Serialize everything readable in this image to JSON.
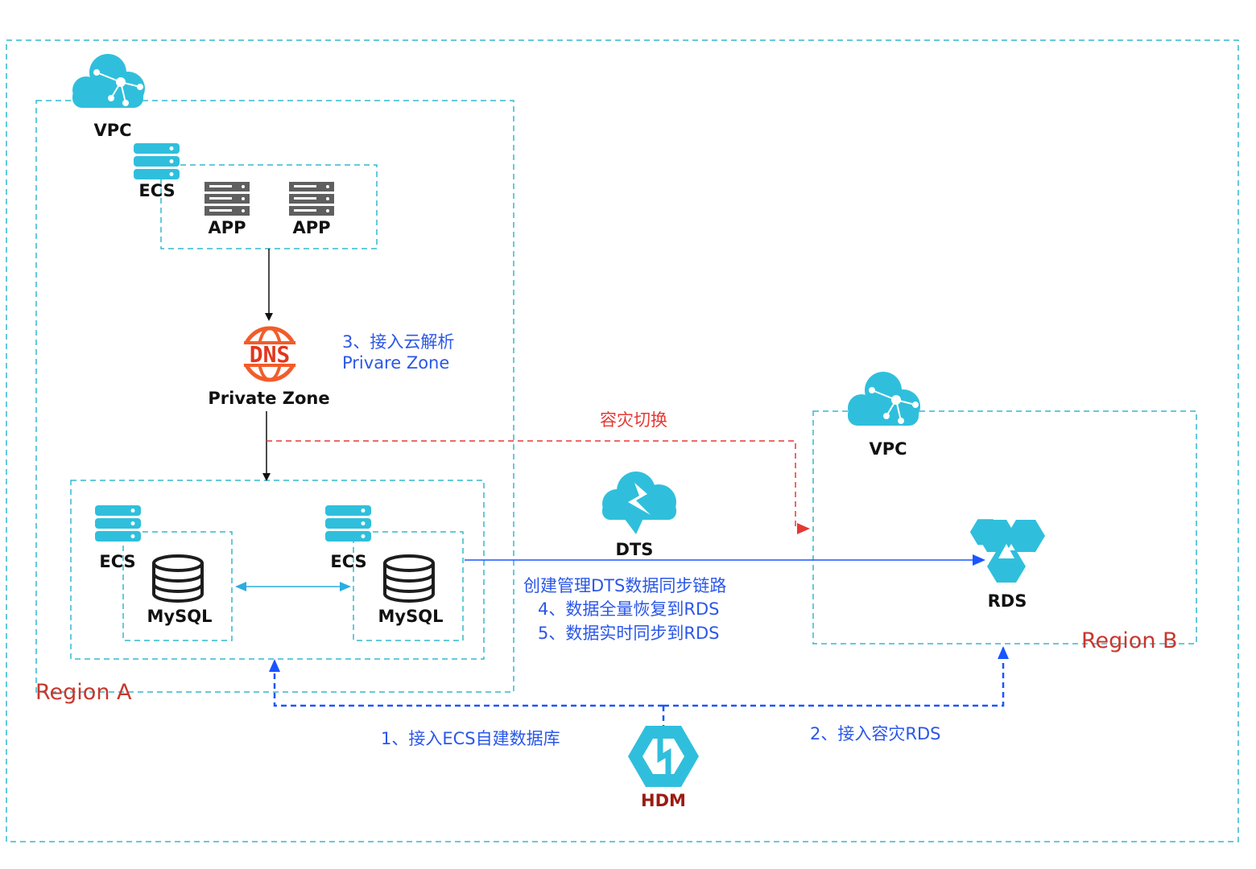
{
  "colors": {
    "dash_border": "#34b9cf",
    "icon_cyan": "#2fbfdc",
    "app_gray": "#5f5f5f",
    "dns_orange": "#f25c2a",
    "dns_red": "#e2361e",
    "arrow_blue": "#1a56ff",
    "arrow_red": "#e53935",
    "text_blue": "#2b57e8",
    "text_region_red": "#c8372d",
    "text_hdm": "#9c1b13",
    "sync_teal": "#2aaee0"
  },
  "region_a": {
    "region_label": "Region A",
    "vpc_label": "VPC",
    "app_group": {
      "ecs_label": "ECS",
      "app_labels": [
        "APP",
        "APP"
      ]
    },
    "dns": {
      "icon_text": "DNS",
      "label": "Private Zone"
    },
    "db_group": {
      "ecs_left_label": "ECS",
      "mysql_left_label": "MySQL",
      "ecs_right_label": "ECS",
      "mysql_right_label": "MySQL"
    }
  },
  "region_b": {
    "region_label": "Region B",
    "vpc_label": "VPC",
    "rds_label": "RDS"
  },
  "dts": {
    "label": "DTS"
  },
  "hdm": {
    "label": "HDM"
  },
  "annotations": {
    "step3_line1": "3、接入云解析",
    "step3_line2": "Privare Zone",
    "failover": "容灾切换",
    "dts_create": "创建管理DTS数据同步链路",
    "step4": "4、数据全量恢复到RDS",
    "step5": "5、数据实时同步到RDS",
    "step1": "1、接入ECS自建数据库",
    "step2": "2、接入容灾RDS"
  }
}
